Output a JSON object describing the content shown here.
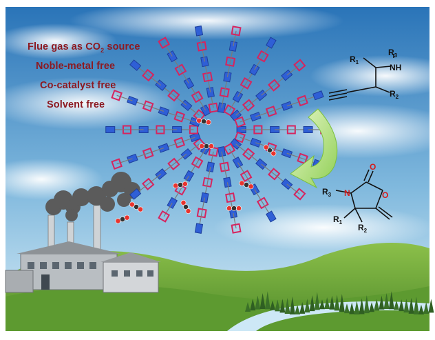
{
  "claims": {
    "line1_prefix": "Flue gas as CO",
    "line1_sub": "2",
    "line1_suffix": " source",
    "line2": "Noble-metal free",
    "line3": "Co-catalyst free",
    "line4": "Solvent free"
  },
  "reactant": {
    "r1": "R",
    "r1_sub": "1",
    "r2": "R",
    "r2_sub": "2",
    "r3": "R",
    "r3_sub": "3",
    "nh": "NH"
  },
  "product": {
    "r1": "R",
    "r1_sub": "1",
    "r2": "R",
    "r2_sub": "2",
    "r3": "R",
    "r3_sub": "3",
    "n": "N",
    "o_ring": "O",
    "o_carbonyl": "O"
  },
  "colors": {
    "claim_text": "#8c1a22",
    "sky_top": "#2a74b8",
    "sky_bottom": "#bfe0f2",
    "framework_blue": "#2f5fd6",
    "framework_pink": "#d6245e",
    "arrow_green": "#a8d86a",
    "grass": "#6aa83a",
    "river": "#c9e6f4",
    "smoke": "#5a5a5a"
  }
}
